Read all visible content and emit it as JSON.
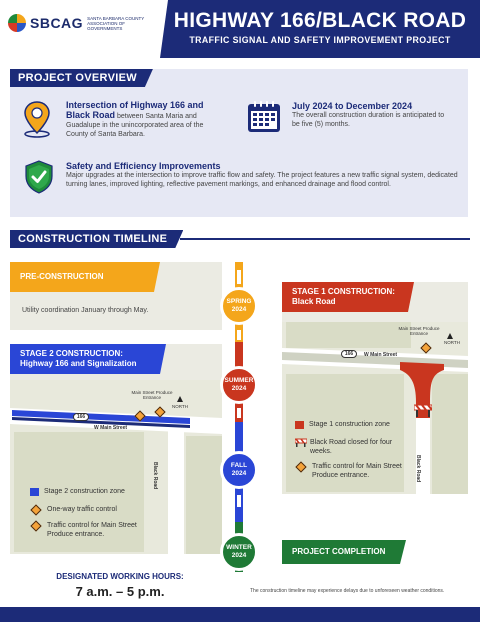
{
  "header": {
    "logo_word": "SBCAG",
    "logo_small": "SANTA BARBARA COUNTY ASSOCIATION OF GOVERNMENTS",
    "title": "HIGHWAY 166/BLACK ROAD",
    "subtitle": "TRAFFIC SIGNAL AND SAFETY IMPROVEMENT PROJECT"
  },
  "overview": {
    "heading": "PROJECT OVERVIEW",
    "location": {
      "title": "Intersection of Highway 166 and Black Road",
      "text": " between Santa Maria and Guadalupe in the unincorporated area of the County of Santa Barbara.",
      "icon": "map-pin-icon"
    },
    "duration": {
      "title": "July 2024 to December 2024",
      "text": "The overall construction duration is anticipated to be five (5) months.",
      "icon": "calendar-icon"
    },
    "safety": {
      "title": "Safety and Efficiency Improvements",
      "text": "Major upgrades at the intersection to improve traffic flow and safety. The project features a new traffic signal system, dedicated turning lanes, improved lighting, reflective pavement markings, and enhanced drainage and flood control.",
      "icon": "shield-check-icon"
    }
  },
  "timeline": {
    "heading": "CONSTRUCTION TIMELINE",
    "seasons": [
      {
        "season": "SPRING",
        "year": "2024",
        "color": "#f4a61b"
      },
      {
        "season": "SUMMER",
        "year": "2024",
        "color": "#c9361f"
      },
      {
        "season": "FALL",
        "year": "2024",
        "color": "#2a46d6"
      },
      {
        "season": "WINTER",
        "year": "2024",
        "color": "#1f7a36"
      }
    ],
    "pre": {
      "title": "PRE-CONSTRUCTION",
      "text": "Utility coordination January through May."
    },
    "stage1": {
      "title_line1": "STAGE 1 CONSTRUCTION:",
      "title_line2": "Black Road",
      "map_entrance": "Main Street Produce Entrance",
      "map_north": "NORTH",
      "map_street": "W Main Street",
      "map_road": "Black Road",
      "map_highway": "166",
      "legend": [
        "Stage 1 construction zone",
        "Black Road closed for four weeks.",
        "Traffic control for Main Street Produce entrance."
      ]
    },
    "stage2": {
      "title_line1": "STAGE 2 CONSTRUCTION:",
      "title_line2": "Highway 166 and Signalization",
      "map_entrance": "Main Street Produce Entrance",
      "map_north": "NORTH",
      "map_street": "W Main Street",
      "map_road": "Black Road",
      "map_highway": "166",
      "legend": [
        "Stage 2 construction zone",
        "One-way traffic control",
        "Traffic control for Main Street Produce entrance."
      ]
    },
    "completion": "PROJECT COMPLETION",
    "hours_label": "DESIGNATED WORKING HOURS:",
    "hours_value": "7 a.m. – 5 p.m.",
    "disclaimer": "The construction timeline may experience delays due to unforeseen weather conditions."
  },
  "colors": {
    "navy": "#1c2b78",
    "orange": "#f4a61b",
    "red": "#c9361f",
    "blue": "#2a46d6",
    "green": "#1f7a36"
  }
}
